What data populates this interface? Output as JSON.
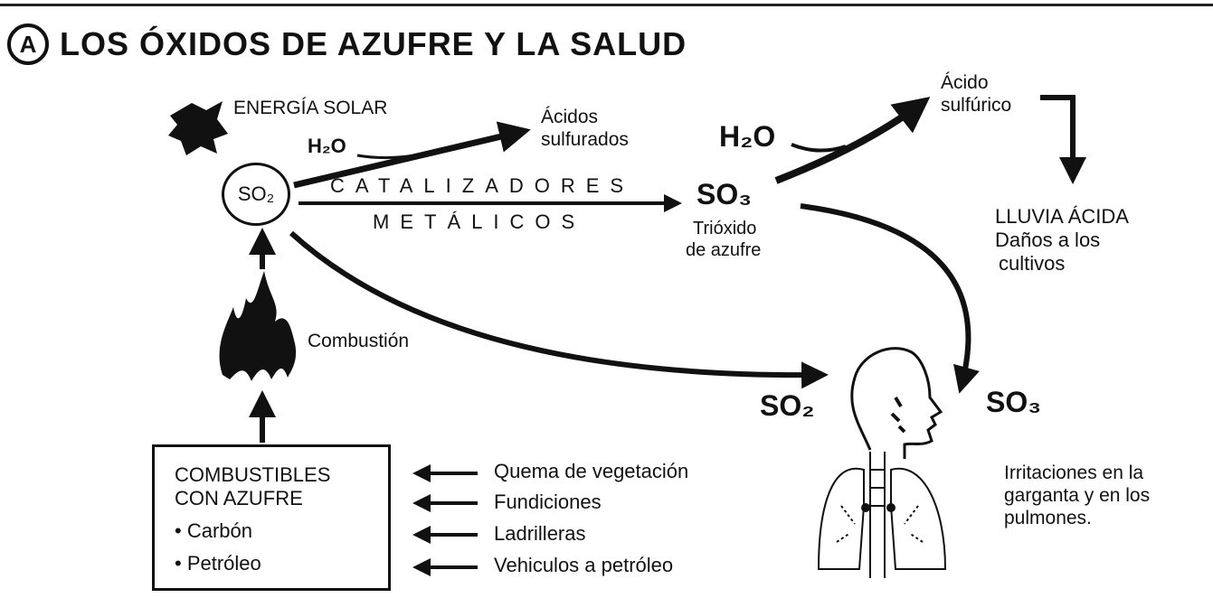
{
  "header": {
    "badge": "A",
    "title": "LOS ÓXIDOS DE AZUFRE Y LA SALUD"
  },
  "diagram": {
    "solar_energy": "ENERGÍA SOLAR",
    "so2_center": "SO₂",
    "h2o_small": "H₂O",
    "acids_sulfurated_line1": "Ácidos",
    "acids_sulfurated_line2": "sulfurados",
    "catalysts_line1": "CATALIZADORES",
    "catalysts_line2": "METÁLICOS",
    "so3": "SO₃",
    "trioxide_line1": "Trióxido",
    "trioxide_line2": "de azufre",
    "h2o_large": "H₂O",
    "sulfuric_line1": "Ácido",
    "sulfuric_line2": "sulfúrico",
    "acid_rain_line1": "LLUVIA ÁCIDA",
    "acid_rain_line2": "Daños a los",
    "acid_rain_line3": "cultivos",
    "combustion": "Combustión",
    "fuels": {
      "heading_line1": "COMBUSTIBLES",
      "heading_line2": "CON AZUFRE",
      "items": [
        "• Carbón",
        "• Petróleo"
      ]
    },
    "sources": [
      "Quema de vegetación",
      "Fundiciones",
      "Ladrilleras",
      "Vehiculos a petróleo"
    ],
    "so2_body": "SO₂",
    "so3_body": "SO₃",
    "irritation_line1": "Irritaciones en la",
    "irritation_line2": "garganta y en los",
    "irritation_line3": "pulmones."
  }
}
